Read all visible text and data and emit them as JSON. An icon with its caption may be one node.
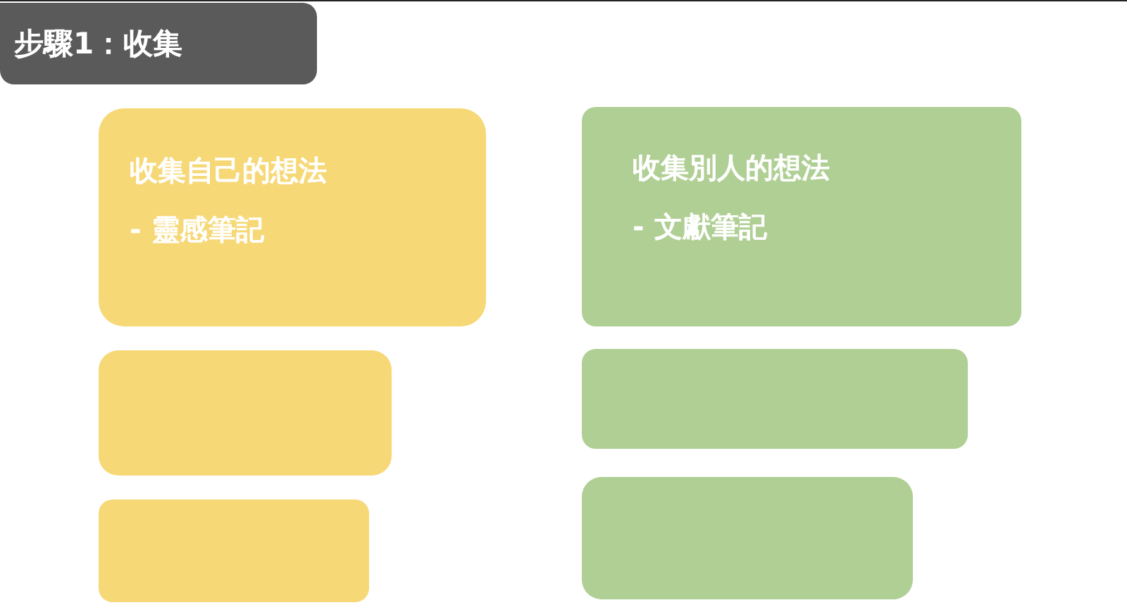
{
  "diagram": {
    "title": "步驟1：收集",
    "nodes": [
      {
        "text": [
          "收集自己的想法",
          "- 靈感筆記"
        ]
      },
      {
        "text": [
          "收集別人的想法",
          "- 文獻筆記"
        ]
      },
      {
        "text": [],
        "shape": "box"
      },
      {
        "text": [],
        "shape": "box"
      },
      {
        "text": [],
        "shape": "box"
      },
      {
        "text": [],
        "shape": "box"
      }
    ]
  }
}
